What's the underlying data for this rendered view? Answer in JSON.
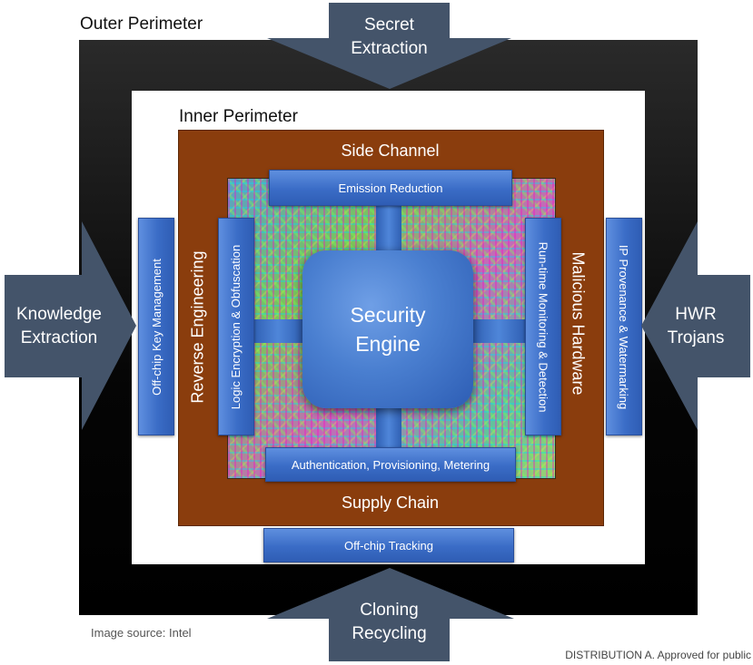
{
  "outer_perimeter": "Outer Perimeter",
  "inner_perimeter": "Inner Perimeter",
  "security_engine": [
    "Security",
    "Engine"
  ],
  "sides": {
    "top": "Side Channel",
    "bottom": "Supply Chain",
    "left": "Reverse Engineering",
    "right": "Malicious Hardware"
  },
  "inner_bars": {
    "top": "Emission Reduction",
    "bottom": "Authentication, Provisioning, Metering",
    "left": "Logic Encryption & Obfuscation",
    "right": "Run-time Monitoring & Detection"
  },
  "outer_bars": {
    "left": "Off-chip Key Management",
    "right": "IP Provenance & Watermarking",
    "bottom": "Off-chip Tracking"
  },
  "threat_arrows": {
    "top": [
      "Secret",
      "Extraction"
    ],
    "left": [
      "Knowledge",
      "Extraction"
    ],
    "right": [
      "HWR",
      "Trojans"
    ],
    "bottom": [
      "Cloning",
      "Recycling"
    ]
  },
  "image_source": "Image source: Intel",
  "distribution": "DISTRIBUTION A. Approved for public",
  "colors": {
    "arrow": "#44546a",
    "chip_border": "#8a3d0d",
    "bar_blue": "#3a6cc6"
  }
}
